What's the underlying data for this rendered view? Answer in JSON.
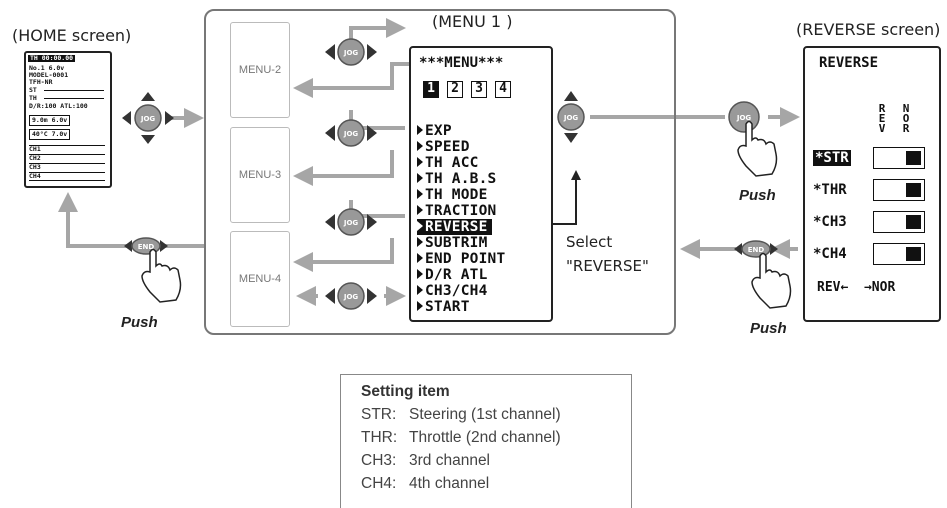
{
  "captions": {
    "home": "(HOME screen)",
    "menu1": "(MENU 1 )",
    "reverse": "(REVERSE screen)",
    "select_line1": "Select",
    "select_line2": "\"REVERSE\"",
    "push": "Push"
  },
  "submenus": [
    "MENU-2",
    "MENU-3",
    "MENU-4"
  ],
  "buttons": {
    "jog": "JOG",
    "end": "END"
  },
  "home_screen": {
    "rows": [
      "TH 00:00.00",
      "No.1  6.0v",
      "MODEL-0001",
      "TFH-NR",
      "ST",
      "TH",
      "D/R:100 ATL:100",
      "9.0m  6.0v",
      "40°C   7.0v",
      "CH1",
      "CH2",
      "CH3",
      "CH4"
    ]
  },
  "menu1": {
    "header": "***MENU***",
    "pages": [
      "1",
      "2",
      "3",
      "4"
    ],
    "active_page": "1",
    "items": [
      "EXP",
      "SPEED",
      "TH ACC",
      "TH A.B.S",
      "TH MODE",
      "TRACTION",
      "REVERSE",
      "SUBTRIM",
      "END POINT",
      "D/R ATL",
      "CH3/CH4",
      "START"
    ],
    "selected": "REVERSE"
  },
  "reverse_screen": {
    "title": "REVERSE",
    "col_rev": "REV",
    "col_nor": "NOR",
    "channels": [
      {
        "label": "*STR",
        "highlighted": true,
        "state": "NOR"
      },
      {
        "label": "*THR",
        "highlighted": false,
        "state": "NOR"
      },
      {
        "label": "*CH3",
        "highlighted": false,
        "state": "NOR"
      },
      {
        "label": "*CH4",
        "highlighted": false,
        "state": "NOR"
      }
    ],
    "footer": "REV←  →NOR"
  },
  "legend": {
    "title": "Setting item",
    "items": [
      {
        "key": "STR:",
        "desc": "Steering (1st channel)"
      },
      {
        "key": "THR:",
        "desc": "Throttle (2nd channel)"
      },
      {
        "key": "CH3:",
        "desc": "3rd channel"
      },
      {
        "key": "CH4:",
        "desc": "4th channel"
      }
    ]
  },
  "colors": {
    "arrow": "#a6a6a6",
    "frame": "#777777",
    "lcd": "#111111",
    "button": "#888888"
  }
}
